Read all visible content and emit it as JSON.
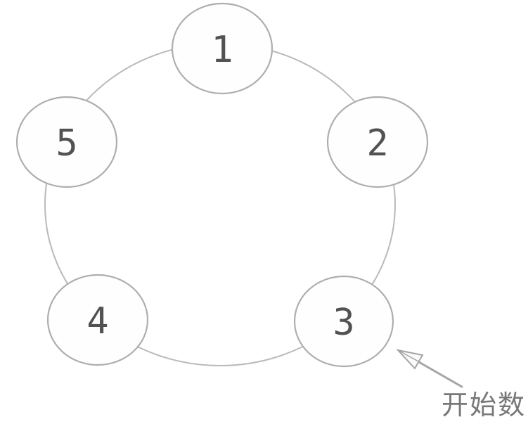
{
  "nodes": [
    {
      "id": "node-1",
      "label": "1"
    },
    {
      "id": "node-2",
      "label": "2"
    },
    {
      "id": "node-3",
      "label": "3"
    },
    {
      "id": "node-4",
      "label": "4"
    },
    {
      "id": "node-5",
      "label": "5"
    }
  ],
  "annotation": {
    "label": "开始数",
    "target": "node-3"
  },
  "colors": {
    "ring": "#b9b9bb",
    "node_border": "#aeaeb0",
    "node_fill": "#fefefe",
    "digit": "#525254",
    "arrow": "#a5a5a8",
    "label": "#78787a"
  }
}
